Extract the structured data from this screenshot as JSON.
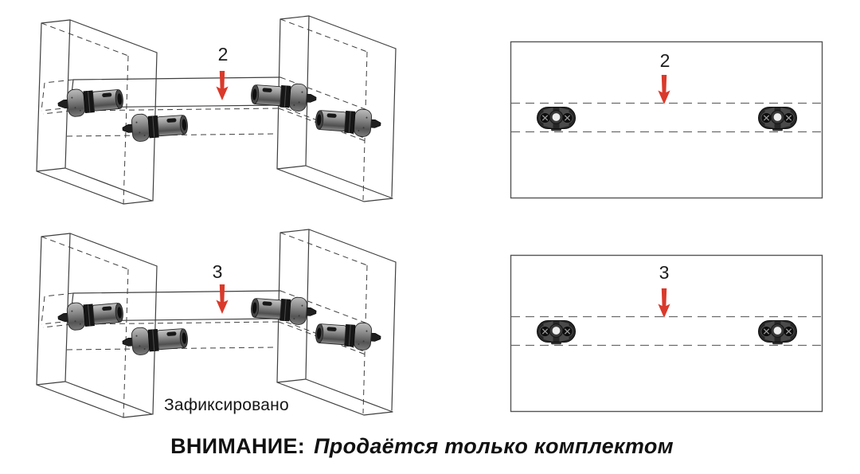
{
  "figure": {
    "steps": {
      "step2": {
        "number": "2"
      },
      "step3": {
        "number": "3",
        "status_caption": "Зафиксировано"
      }
    },
    "notice": {
      "label": "ВНИМАНИЕ:",
      "message": "Продаётся только комплектом"
    },
    "colors": {
      "arrow_red": "#d93a2b",
      "line_gray": "#3f3f3f"
    },
    "icons": {
      "arrow": "down-arrow-icon",
      "dowel": "cam-dowel-connector-icon",
      "fitting": "cam-lock-fitting-icon"
    }
  }
}
